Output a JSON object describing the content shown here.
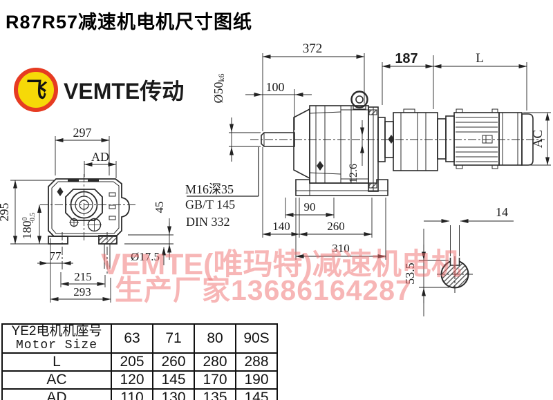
{
  "title": "R87R57减速机电机尺寸图纸",
  "logo": {
    "monogram": "飞",
    "brand": "VEMTE传动"
  },
  "watermark": {
    "line1": "VEMTE(唯玛特)减速机电机",
    "line2": "生产厂家13686164287"
  },
  "colors": {
    "line": "#2a2a2a",
    "watermark_red": "#f06e6e",
    "logo_ring": "#e63b22",
    "logo_fill": "#f6d908"
  },
  "dims": {
    "overall_372": "372",
    "shaft_100": "100",
    "shaft_dia_main": "Ø50",
    "shaft_dia_fit": "k6",
    "tap_hole": "M16深35",
    "std_gb": "GB/T 145",
    "std_din": "DIN 332",
    "flange_12_6": "12.6",
    "holes_90": "90",
    "foot_140": "140",
    "foot_260": "260",
    "base_310": "310",
    "adapter_187": "187",
    "motor_L": "L",
    "motor_AC": "AC",
    "front_297": "297",
    "front_AD": "AD",
    "front_295": "295",
    "front_180": "180",
    "tol_hi": "0",
    "tol_lo": "-0.5",
    "front_45": "45",
    "foot_77": "77",
    "hole_dia": "Ø17.5",
    "pitch_215": "215",
    "base_293": "293",
    "key_14": "14",
    "key_53_5": "53.5"
  },
  "table": {
    "header_cn": "YE2电机机座号",
    "header_en": "Motor Size",
    "sizes": [
      "63",
      "71",
      "80",
      "90S"
    ],
    "rows": [
      {
        "label": "L",
        "values": [
          "205",
          "260",
          "280",
          "288"
        ]
      },
      {
        "label": "AC",
        "values": [
          "120",
          "145",
          "170",
          "190"
        ]
      },
      {
        "label": "AD",
        "values": [
          "110",
          "130",
          "135",
          "145"
        ]
      }
    ]
  }
}
